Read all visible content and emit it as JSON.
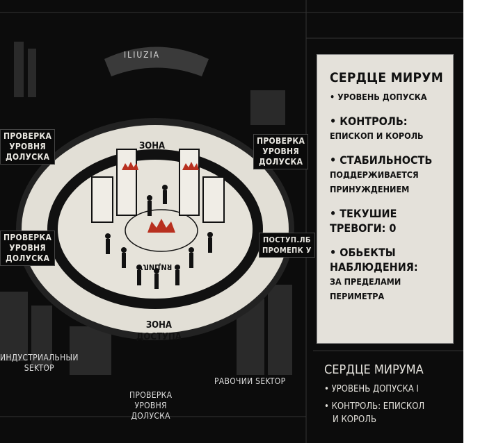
{
  "title_arc": "ILIUZIA",
  "map": {
    "zone_top": "ЗОНА",
    "zone_bottom": [
      "ЗОНА",
      "ДОСТУПА"
    ],
    "center_mirrored": "УЛИЦИЯ",
    "checkpoints": {
      "top_left": [
        "ПРОВЕРКА",
        "УРОВНЯ",
        "ДОЛУСКА"
      ],
      "top_right": [
        "ПРОВЕРКА",
        "УРОВНЯ",
        "ДОЛУСКА"
      ],
      "mid_left": [
        "ПРОВЕРКА",
        "УРОВНЯ",
        "ДОЛУСКА"
      ],
      "mid_right": [
        "ПОСТУП.ЛБ",
        "ПРОМЕПК У"
      ],
      "bottom": [
        "ПРОВЕРКА",
        "УРОВНЯ",
        "ДОЛУСКА"
      ]
    },
    "sectors": {
      "industrial": [
        "ИНДУСТРИАЛЬНЫИ",
        "SEKTOP"
      ],
      "workers": "РАВОЧИИ SEKTOP"
    }
  },
  "info_panel": {
    "title": "СЕРДЦЕ МИРУМ",
    "items": [
      {
        "head": "• УРОВЕНЬ ДОПУСКА",
        "sub": []
      },
      {
        "head": "• КОНТРОЛЬ:",
        "sub": [
          "ЕПИСКОП И КОРОЛЬ"
        ]
      },
      {
        "head": "• СТАБИЛЬНОСТЬ",
        "sub": [
          "ПОДДЕРЖИВАЕТСЯ",
          "ПРИНУЖДЕНИЕМ"
        ]
      },
      {
        "head": "• ТЕКУШИЕ",
        "sub": [
          "ТРЕВОГИ: 0"
        ]
      },
      {
        "head": "• ОБЬЕКТЫ",
        "sub": [
          "НАБЛЮДЕНИЯ:",
          "ЗА ПРЕДЕЛАМИ",
          "ПЕРИМЕТРА"
        ]
      }
    ]
  },
  "info_panel_2": {
    "title": "СЕРДЦЕ МИРУМА",
    "items": [
      "• УРОВЕНЬ ДОПУСКА I",
      "• КОНТРОЛЬ: ЕПИСКОЛ",
      "И КОРОЛЬ"
    ]
  },
  "colors": {
    "accent_red": "#b8301f",
    "paper": "#e4e1da",
    "ink": "#0c0c0c"
  }
}
